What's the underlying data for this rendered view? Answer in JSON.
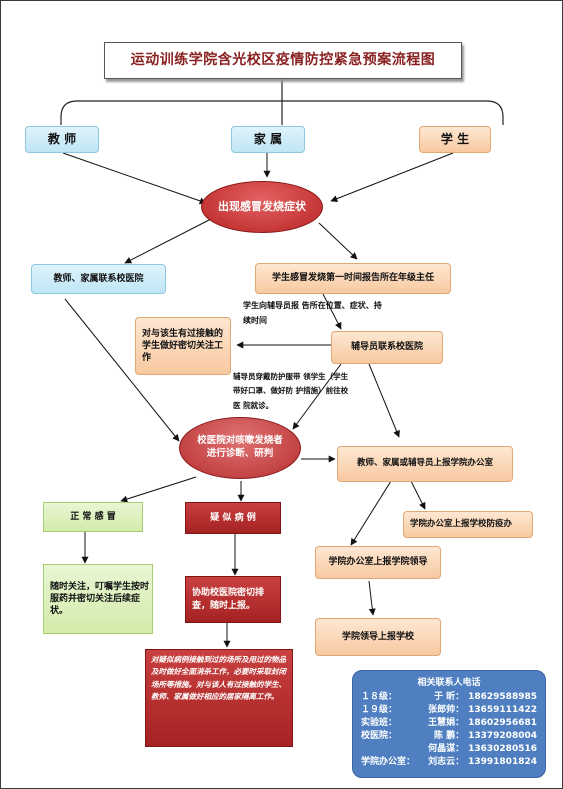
{
  "title": "运动训练学院含光校区疫情防控紧急预案流程图",
  "top_roles": {
    "teacher": "教 师",
    "family": "家 属",
    "student": "学 生"
  },
  "symptom": "出现感冒发烧症状",
  "teacher_family_contact": "教师、家属联系校医院",
  "student_report": "学生感冒发烧第一时间报告所在年级主任",
  "student_report_counselor": "学生向辅导员报 告所在位置、症状、持续时间",
  "close_contact_box": "对与该生有过接触的学生做好密切关注工作",
  "counselor_contact": "辅导员联系校医院",
  "counselor_escort": "辅导员穿戴防护服带 领学生（学生 带好口罩、做好防 护措施）前往校医 院就诊。",
  "hospital_diagnose": "校医院对咳嗽发烧者进行诊断、研判",
  "report_office": "教师、家属或辅导员上报学院办公室",
  "normal_cold": "正 常 感 冒",
  "suspected_case": "疑 似 病 例",
  "normal_followup": "随时关注，叮嘱学生按时服药并密切关注后续症状。",
  "assist_hospital": "协助校医院密切排查，随时上报。",
  "suspected_detail": "对疑似病例接触到过的场所及用过的物品及时做好全面消杀工作，必要时采取封闭场所等措施。对与该人有过接触的学生、教师、家属做好相应的居家隔离工作。",
  "office_to_prevention": "学院办公室上报学校防疫办",
  "office_to_leader": "学院办公室上报学院领导",
  "leader_to_school": "学院领导上报学校",
  "contacts": {
    "heading": "相关联系人电话",
    "rows": [
      {
        "org": "１８级：",
        "name": "于 昕：",
        "phone": "18629588985"
      },
      {
        "org": "１９级：",
        "name": "张郎帅：",
        "phone": "13659111422"
      },
      {
        "org": "实验班：",
        "name": "王慧娟：",
        "phone": "18602956681"
      },
      {
        "org": "校医院：",
        "name": "陈 鹏：",
        "phone": "13379208004"
      },
      {
        "org": "",
        "name": "何晶谋：",
        "phone": "13630280516"
      },
      {
        "org": "学院办公室：",
        "name": "刘志云：",
        "phone": "13991801824"
      }
    ]
  }
}
